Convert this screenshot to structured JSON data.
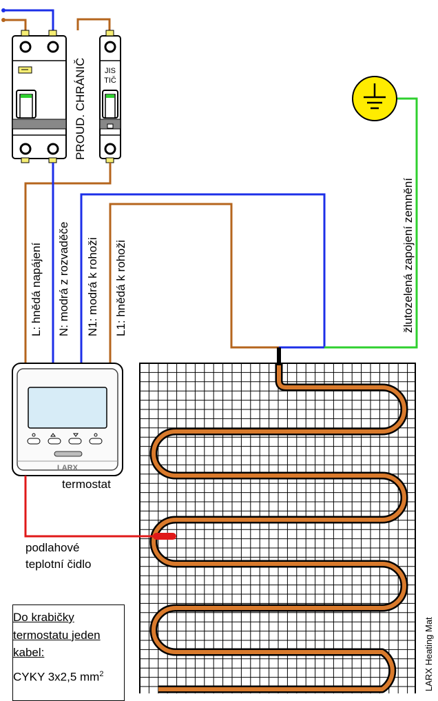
{
  "labels": {
    "rcd": "PROUD. CHRÁNIČ",
    "breaker_line1": "JIS",
    "breaker_line2": "TIČ",
    "wire_L": "L: hnědá napájení",
    "wire_N": "N: modrá z rozvaděče",
    "wire_N1": "N1: modrá k rohoži",
    "wire_L1": "L1: hnědá k rohoži",
    "ground_wire": "žlutozelená zapojení zemnění",
    "thermostat": "termostat",
    "thermostat_brand": "LARX",
    "sensor_line1": "podlahové",
    "sensor_line2": "teplotní čidlo",
    "mat": "LARX Heating Mat",
    "note_title": "Do krabičky termostatu jeden kabel:",
    "note_cable": "CYKY 3x2,5 mm",
    "note_cable_sup": "2"
  },
  "colors": {
    "brown": "#b5651d",
    "blue": "#1c2fe8",
    "green": "#2fd02f",
    "red": "#e01919",
    "ground_symbol": "#ffec00",
    "heating_cable": "#d97a2c",
    "terminal_yellow": "#f6ee73",
    "thermostat_screen": "#d7ecf7"
  },
  "icons": [
    "ground-icon",
    "thermostat-button-icon"
  ]
}
